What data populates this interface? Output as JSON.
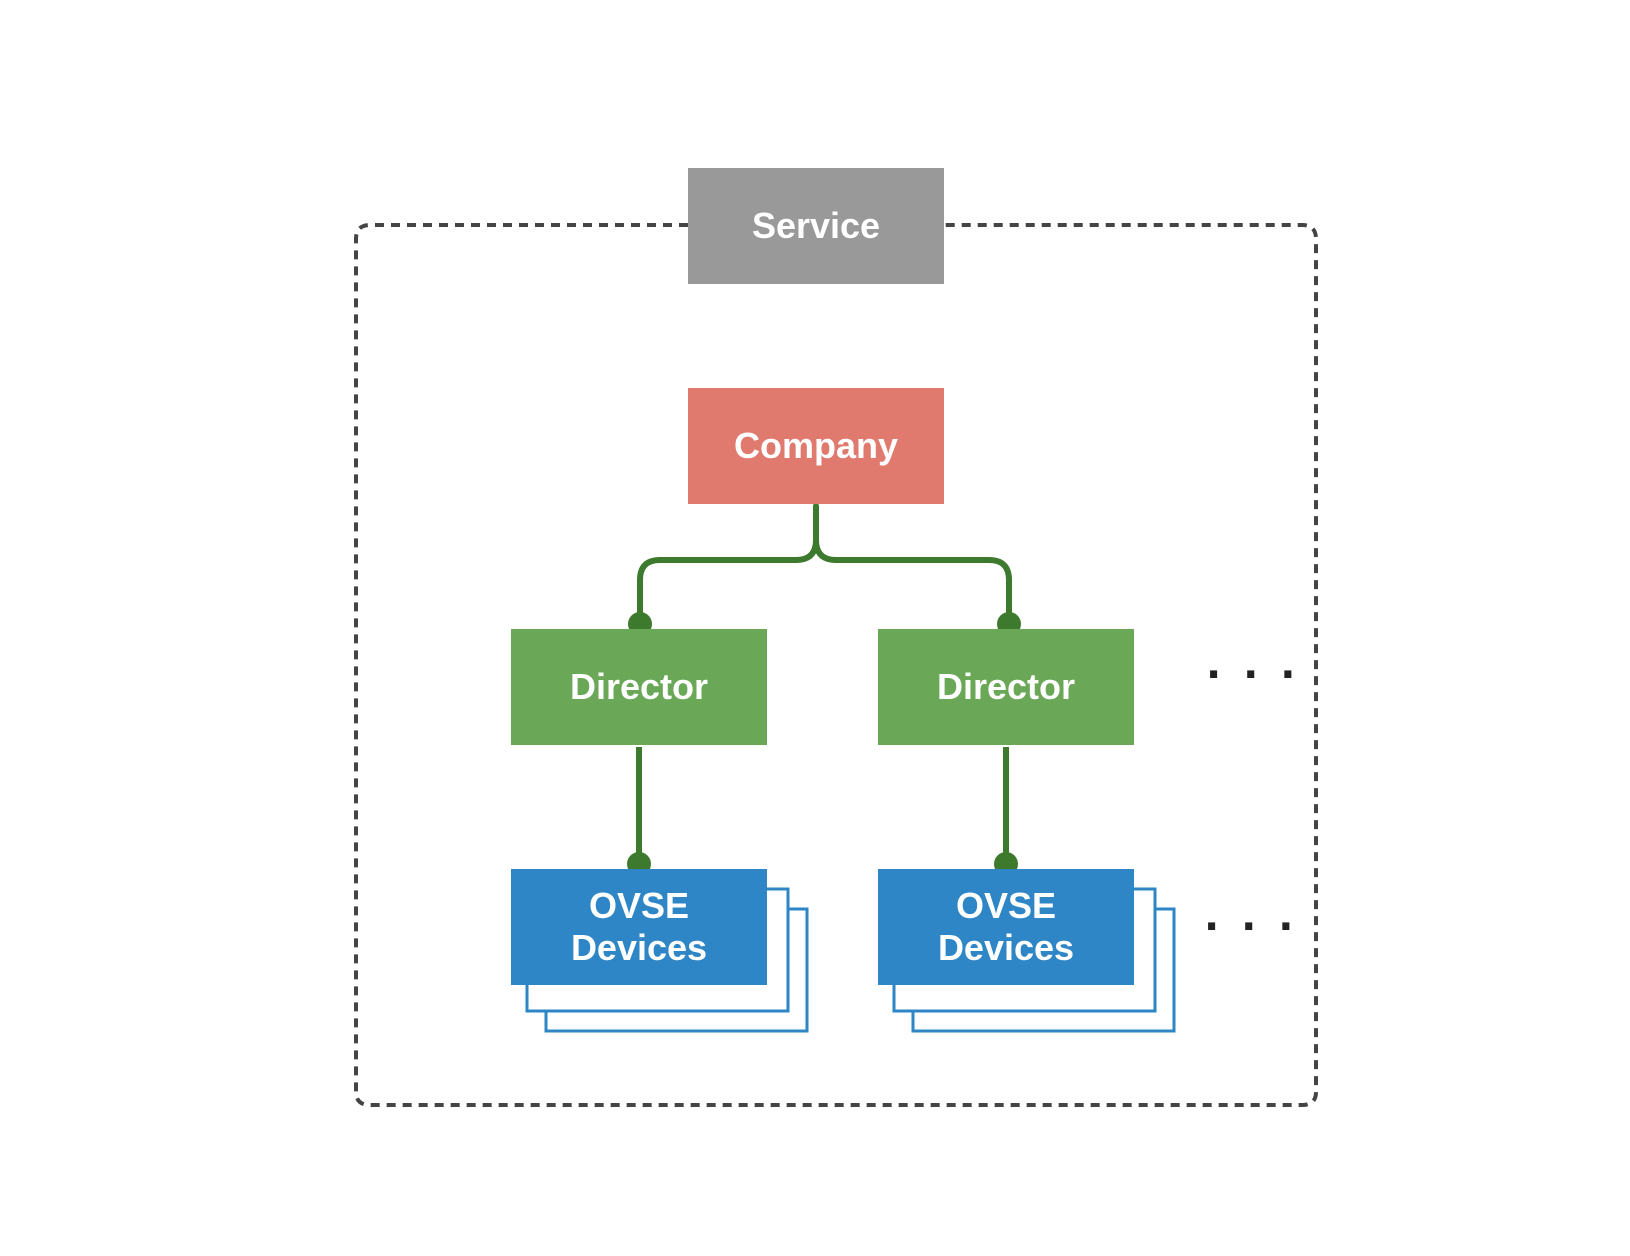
{
  "colors": {
    "service": "#999999",
    "company": "#e07a6e",
    "director": "#6aa858",
    "devices": "#2e86c6",
    "devices_outline": "#2e86c6",
    "connector": "#3d7a2e",
    "boundary": "#444444"
  },
  "nodes": {
    "service": {
      "label": "Service"
    },
    "company": {
      "label": "Company"
    },
    "directors": [
      {
        "label": "Director"
      },
      {
        "label": "Director"
      }
    ],
    "devices": [
      {
        "line1": "OVSE",
        "line2": "Devices"
      },
      {
        "line1": "OVSE",
        "line2": "Devices"
      }
    ]
  },
  "ellipsis": {
    "directors_more": "· · ·",
    "devices_more": "· · ·"
  }
}
